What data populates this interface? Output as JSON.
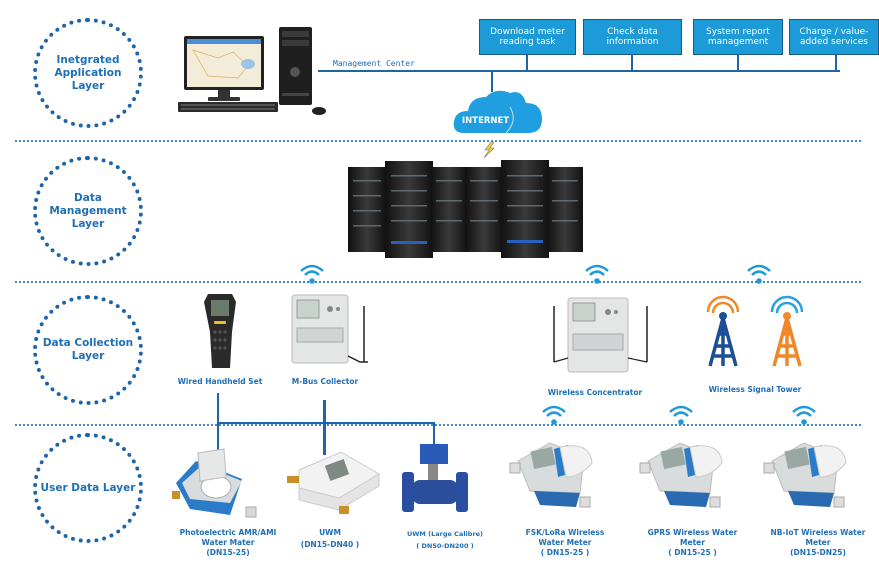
{
  "layers": [
    {
      "id": "application",
      "label": "Inetgrated Application Layer"
    },
    {
      "id": "management",
      "label": "Data Management Layer"
    },
    {
      "id": "collection",
      "label": "Data Collection Layer"
    },
    {
      "id": "user",
      "label": "User Data Layer"
    }
  ],
  "application": {
    "management_center_label": "Management Center",
    "internet_label": "INTERNET",
    "services": [
      {
        "label": "Download meter reading task"
      },
      {
        "label": "Check data information"
      },
      {
        "label": "System report management"
      },
      {
        "label": "Charge / value-added services"
      }
    ]
  },
  "collection": {
    "devices": [
      {
        "label": "Wired Handheld Set"
      },
      {
        "label": "M-Bus Collector"
      },
      {
        "label": "Wireless Concentrator"
      },
      {
        "label": "Wireless Signal Tower"
      }
    ]
  },
  "user": {
    "meters": [
      {
        "name": "Photoelectric  AMR/AMI Water Mater",
        "spec": "(DN15-25)"
      },
      {
        "name": "UWM",
        "spec": "(DN15-DN40 )"
      },
      {
        "name": "UWM (Large Calibre)",
        "spec": "( DN50-DN200 )"
      },
      {
        "name": "FSK/LoRa Wireless Water Meter",
        "spec": "( DN15-25 )"
      },
      {
        "name": "GPRS Wireless Water Meter",
        "spec": "( DN15-25 )"
      },
      {
        "name": "NB-IoT Wireless Water Meter",
        "spec": "(DN15-DN25)"
      }
    ]
  },
  "colors": {
    "primary": "#1e6fb5",
    "service_box": "#1c9bd8",
    "orange": "#f0882a",
    "navy": "#1c4f95"
  }
}
